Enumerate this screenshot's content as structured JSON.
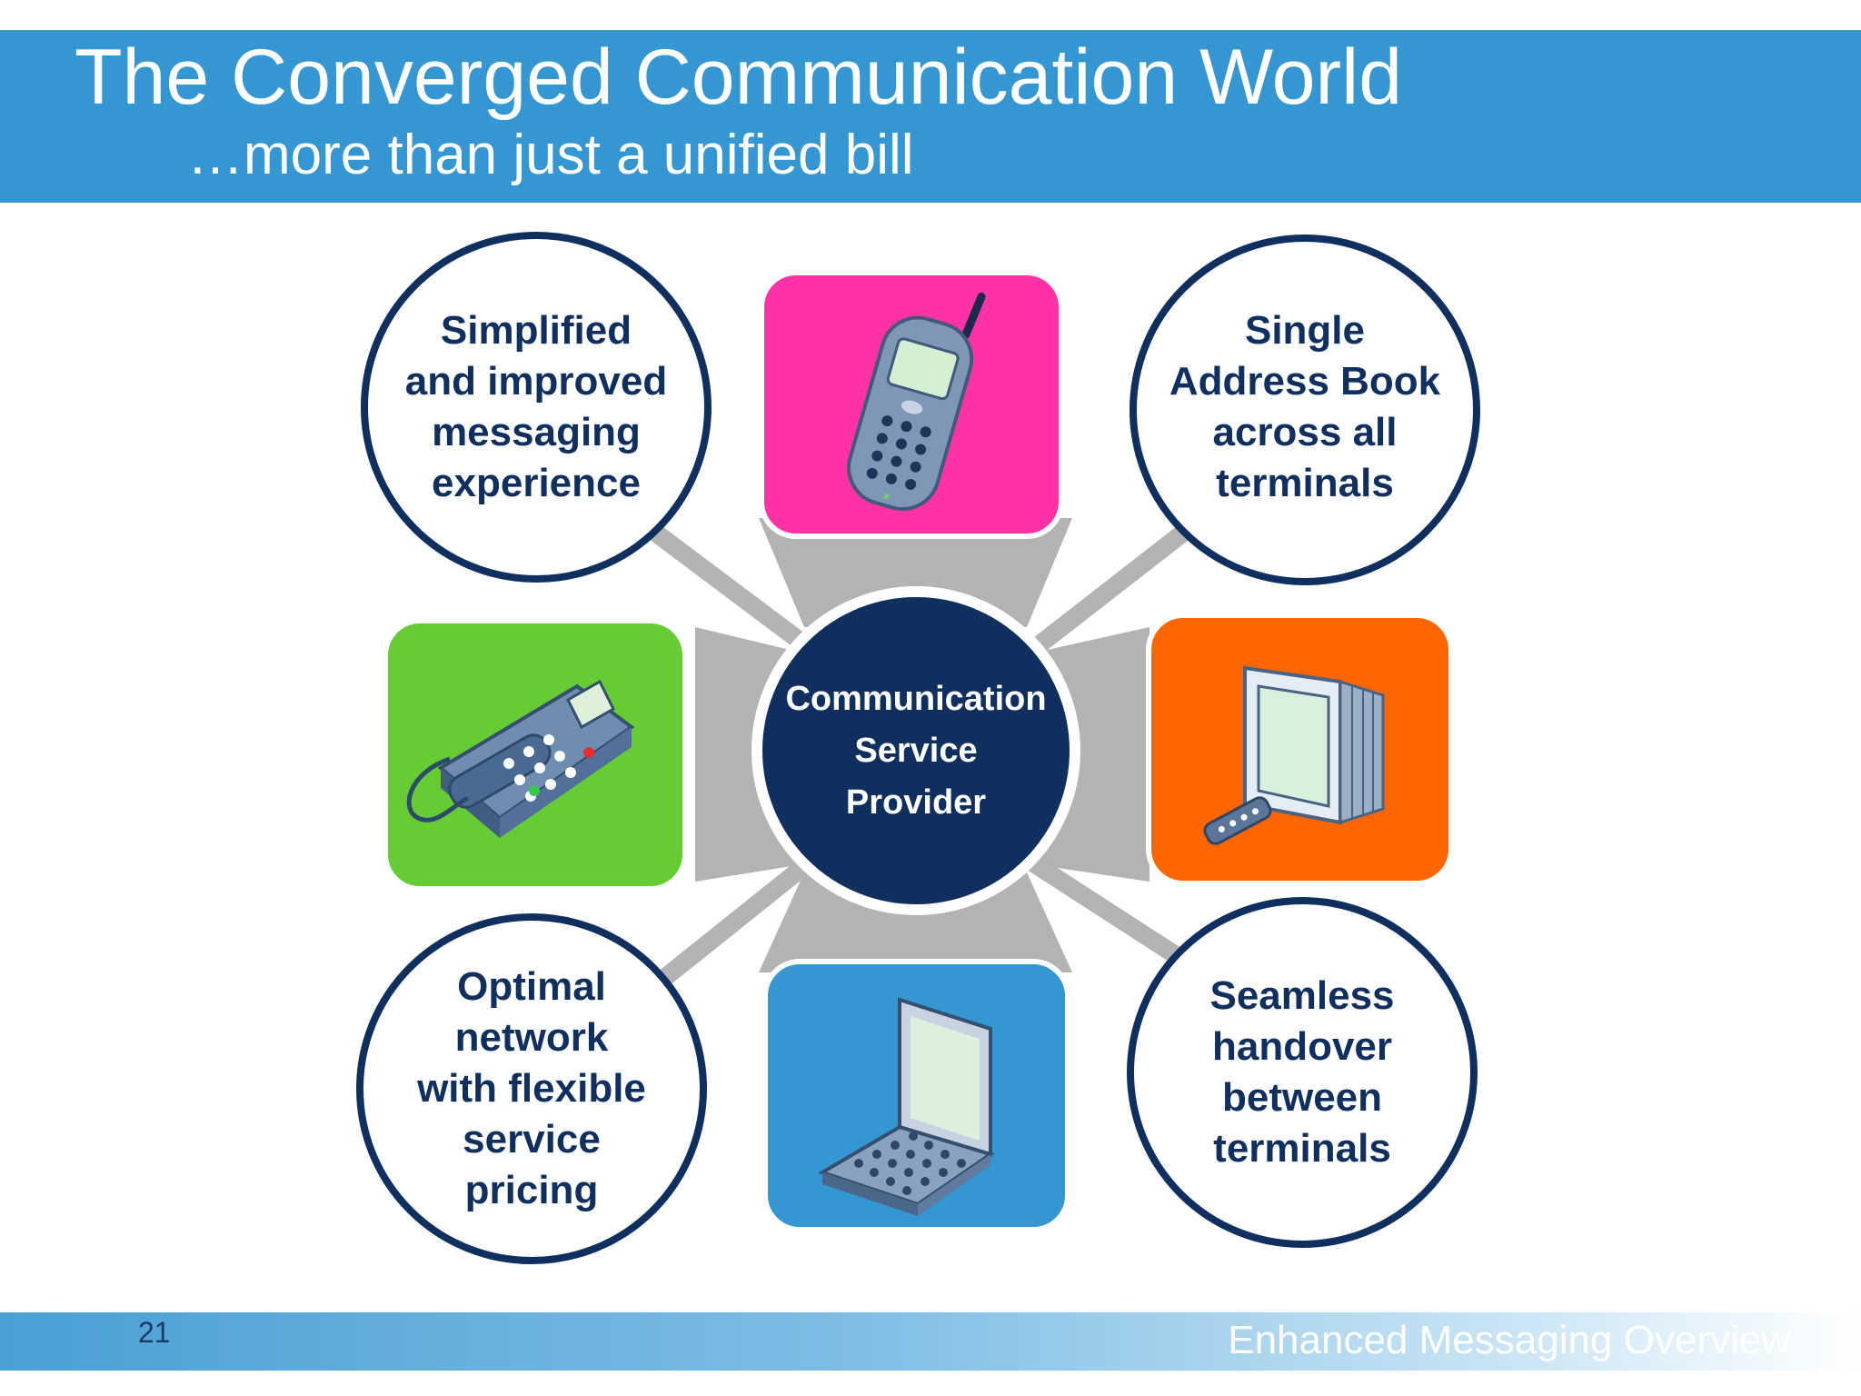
{
  "slide": {
    "title": "The Converged Communication World",
    "subtitle": "…more than just a unified bill",
    "page_number": "21",
    "footer_text": "Enhanced Messaging Overview"
  },
  "diagram": {
    "center": {
      "label": "Communication\nService\nProvider"
    },
    "benefits": [
      {
        "id": "messaging",
        "label": "Simplified\nand improved\nmessaging\nexperience"
      },
      {
        "id": "address-book",
        "label": "Single\nAddress Book\nacross all\nterminals"
      },
      {
        "id": "network",
        "label": "Optimal\nnetwork\nwith flexible\nservice\npricing"
      },
      {
        "id": "handover",
        "label": "Seamless\nhandover\nbetween\nterminals"
      }
    ],
    "devices": [
      {
        "id": "mobile-phone",
        "icon": "mobile-phone-icon",
        "color": "#ff33a6"
      },
      {
        "id": "desk-phone",
        "icon": "desk-phone-icon",
        "color": "#66cc33"
      },
      {
        "id": "television",
        "icon": "television-icon",
        "color": "#ff6600"
      },
      {
        "id": "laptop",
        "icon": "laptop-icon",
        "color": "#3597d1"
      }
    ],
    "colors": {
      "ring": "#0f2f5e",
      "center_fill": "#0f2f5e",
      "connector": "#b3b3b6"
    }
  }
}
